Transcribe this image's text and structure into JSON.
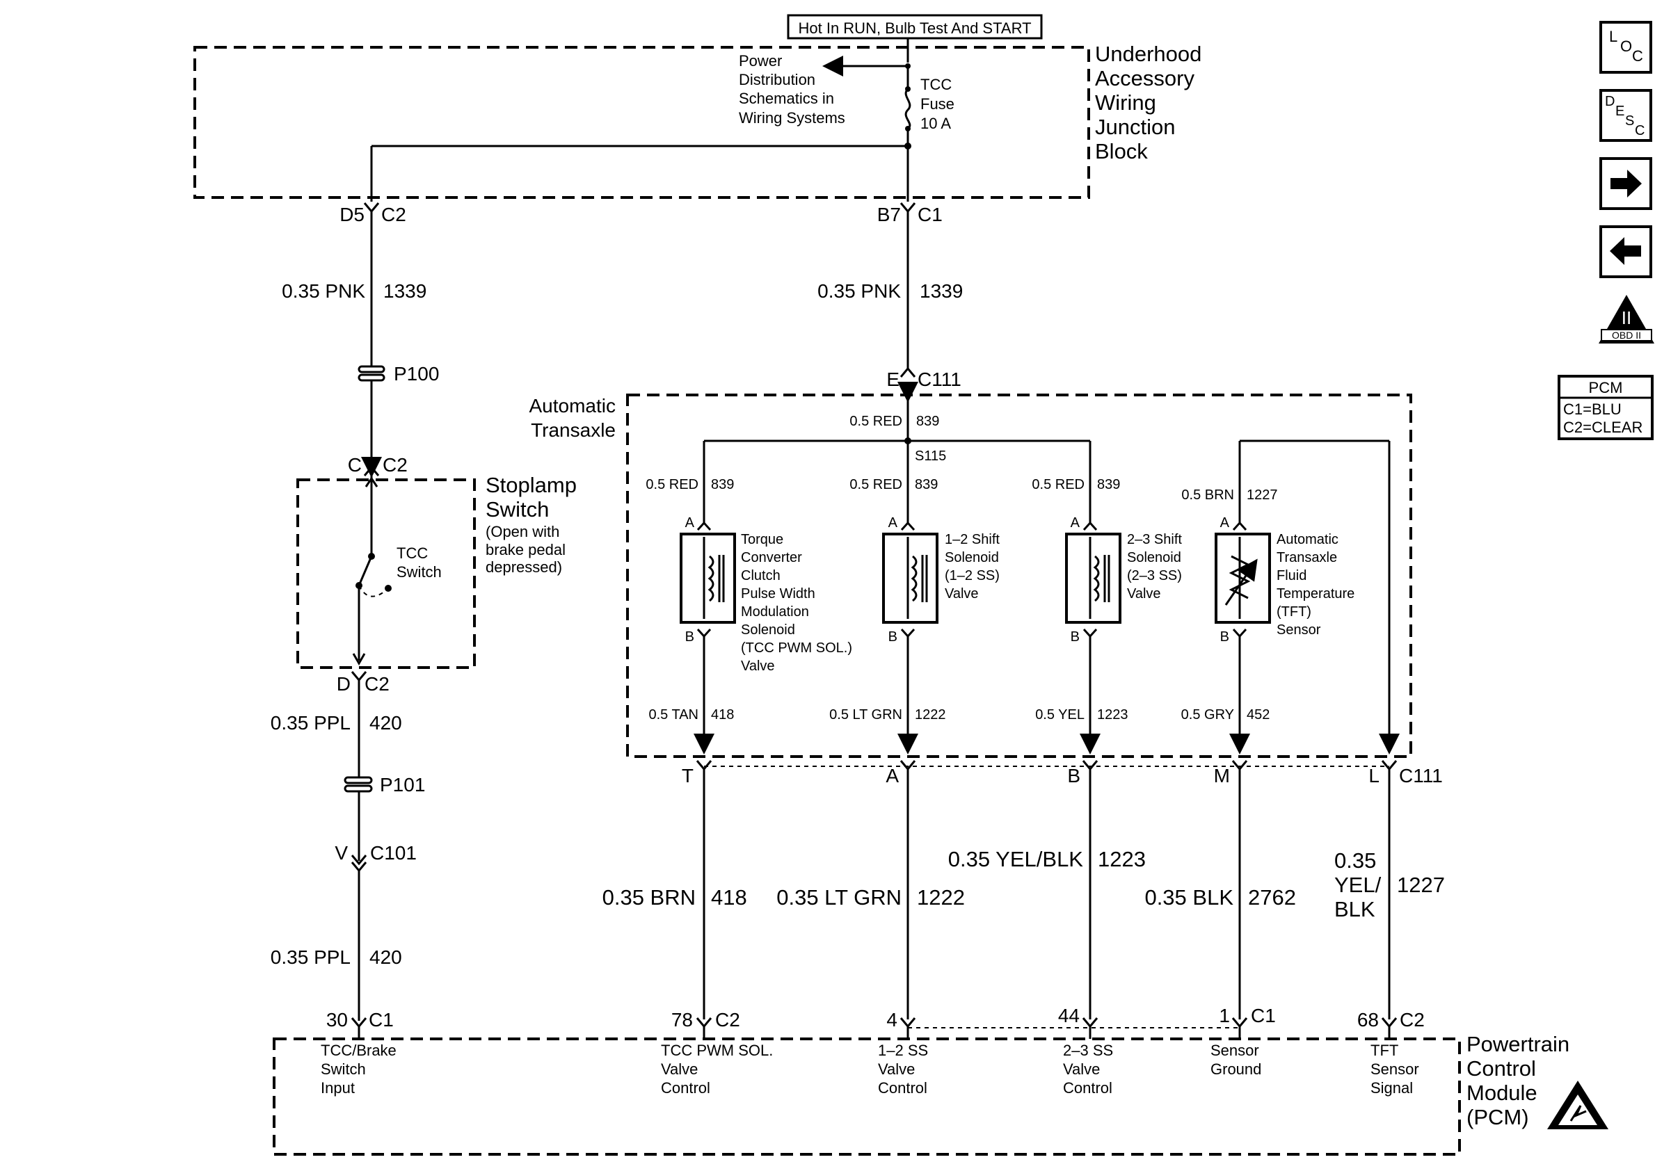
{
  "power_source": "Hot In RUN, Bulb Test And START",
  "underhood_block": {
    "name_lines": [
      "Underhood",
      "Accessory",
      "Wiring",
      "Junction",
      "Block"
    ],
    "power_dist_lines": [
      "Power",
      "Distribution",
      "Schematics in",
      "Wiring Systems"
    ],
    "fuse_lines": [
      "TCC",
      "Fuse",
      "10 A"
    ]
  },
  "connectors": {
    "d5": "D5",
    "c2_top": "C2",
    "b7": "B7",
    "c1_top": "C1",
    "e": "E",
    "c111_top": "C111",
    "c_stop": "C",
    "c2_stop": "C2",
    "d_stop": "D",
    "c2_stop_b": "C2",
    "v": "V",
    "c101": "C101",
    "t": "T",
    "a": "A",
    "b": "B",
    "m": "M",
    "l": "L",
    "c111_bot": "C111"
  },
  "wires": {
    "left_top": [
      "0.35 PNK",
      "1339"
    ],
    "right_top": [
      "0.35 PNK",
      "1339"
    ],
    "left_mid": [
      "0.35 PPL",
      "420"
    ],
    "left_bot": [
      "0.35 PPL",
      "420"
    ],
    "tcc_red": [
      "0.5 RED",
      "839"
    ],
    "ss12_red": [
      "0.5 RED",
      "839"
    ],
    "ss23_red": [
      "0.5 RED",
      "839"
    ],
    "feed_red": [
      "0.5 RED",
      "839"
    ],
    "tft_brn": [
      "0.5 BRN",
      "1227"
    ],
    "tcc_tan": [
      "0.5 TAN",
      "418"
    ],
    "ss12_grn": [
      "0.5 LT GRN",
      "1222"
    ],
    "ss23_yel": [
      "0.5 YEL",
      "1223"
    ],
    "tft_gry": [
      "0.5 GRY",
      "452"
    ],
    "out_brn": [
      "0.35 BRN",
      "418"
    ],
    "out_grn": [
      "0.35 LT GRN",
      "1222"
    ],
    "out_yelblk": [
      "0.35 YEL/BLK",
      "1223"
    ],
    "out_blk": [
      "0.35 BLK",
      "2762"
    ],
    "out_tft": [
      "0.35",
      "YEL/",
      "BLK",
      "1227"
    ]
  },
  "passthroughs": {
    "p100": "P100",
    "p101": "P101"
  },
  "splice": "S115",
  "transaxle_title": [
    "Automatic",
    "Transaxle"
  ],
  "stoplamp": {
    "title": [
      "Stoplamp",
      "Switch"
    ],
    "note": [
      "(Open with",
      "brake pedal",
      "depressed)"
    ],
    "switch_label": [
      "TCC",
      "Switch"
    ]
  },
  "components": {
    "tcc": [
      "Torque",
      "Converter",
      "Clutch",
      "Pulse Width",
      "Modulation",
      "Solenoid",
      "(TCC PWM SOL.)",
      "Valve"
    ],
    "ss12": [
      "1–2 Shift",
      "Solenoid",
      "(1–2 SS)",
      "Valve"
    ],
    "ss23": [
      "2–3 Shift",
      "Solenoid",
      "(2–3 SS)",
      "Valve"
    ],
    "tft": [
      "Automatic",
      "Transaxle",
      "Fluid",
      "Temperature",
      "(TFT)",
      "Sensor"
    ],
    "pin_a": "A",
    "pin_b": "B"
  },
  "pcm": {
    "title_lines": [
      "Powertrain",
      "Control",
      "Module",
      "(PCM)"
    ],
    "pins": [
      {
        "num": "30",
        "conn": "C1",
        "label": [
          "TCC/Brake",
          "Switch",
          "Input"
        ]
      },
      {
        "num": "78",
        "conn": "C2",
        "label": [
          "TCC PWM SOL.",
          "Valve",
          "Control"
        ]
      },
      {
        "num": "4",
        "conn": "",
        "label": [
          "1–2 SS",
          "Valve",
          "Control"
        ]
      },
      {
        "num": "44",
        "conn": "",
        "label": [
          "2–3 SS",
          "Valve",
          "Control"
        ]
      },
      {
        "num": "1",
        "conn": "C1",
        "label": [
          "Sensor",
          "Ground"
        ]
      },
      {
        "num": "68",
        "conn": "C2",
        "label": [
          "TFT",
          "Sensor",
          "Signal"
        ]
      }
    ]
  },
  "legend": {
    "title": "PCM",
    "lines": [
      "C1=BLU",
      "C2=CLEAR"
    ]
  },
  "nav": {
    "obd_label": "OBD II",
    "obd_mark": "II"
  },
  "icons": [
    "loc-icon",
    "desc-icon",
    "next-arrow-icon",
    "prev-arrow-icon",
    "obd-ii-icon",
    "esd-warning-icon"
  ]
}
